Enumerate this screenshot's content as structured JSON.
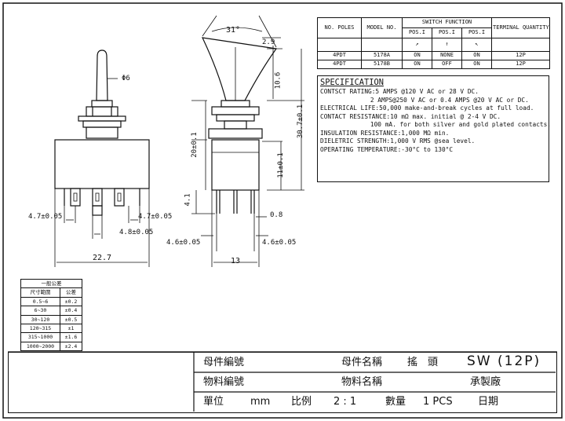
{
  "drawing": {
    "dims": {
      "lever_angle": "31°",
      "lever_tip_dia": "2.9",
      "bushing_dia": "Φ6",
      "lever_height": "10.6",
      "total_height": "30.7±0.1",
      "body_height": "20±0.1",
      "case_height": "11±0.1",
      "terminal_len": "4.1",
      "terminal_thk": "0.8",
      "pitch_left": "4.7±0.05",
      "pitch_right": "4.7±0.05",
      "pitch_mid": "4.8±0.05",
      "pitch_side_left": "4.6±0.05",
      "pitch_side_right": "4.6±0.05",
      "width_front": "22.7",
      "width_side": "13"
    }
  },
  "function_table": {
    "headers": {
      "poles": "NO. POLES",
      "model": "MODEL NO.",
      "switch_function": "SWITCH FUNCTION",
      "pos1": "POS.I",
      "pos2": "POS.I",
      "pos3": "POS.I",
      "terminal": "TERMINAL QUANTITY"
    },
    "rows": [
      {
        "poles": "4PDT",
        "model": "5178A",
        "pos1": "ON",
        "pos2": "NONE",
        "pos3": "ON",
        "qty": "12P"
      },
      {
        "poles": "4PDT",
        "model": "5178B",
        "pos1": "ON",
        "pos2": "OFF",
        "pos3": "ON",
        "qty": "12P"
      }
    ]
  },
  "specification": {
    "title": "SPECIFICATION",
    "lines": [
      "CONTSCT RATING:5 AMPS @120 V AC or 28 V DC.",
      "2 AMPS@250 V AC or 0.4 AMPS @20 V AC or DC.",
      "ELECTRICAL LIFE:50,000 make-and-break cycles at full load.",
      "CONTACT RESISTANCE:10 mΩ max. initial @ 2-4 V DC.",
      "100 mA. for both silver and gold plated contacts.",
      "INSULATION RESISTANCE:1,000 MΩ min.",
      "DIELETRIC STRENGTH:1,000 V RMS @sea level.",
      "OPERATING TEMPERATURE:-30°C to 130°C"
    ]
  },
  "tolerance": {
    "title": "一般公差",
    "col_range": "尺寸範圍",
    "col_tol": "公差",
    "rows": [
      {
        "range": "0.5~6",
        "tol": "±0.2"
      },
      {
        "range": "6~30",
        "tol": "±0.4"
      },
      {
        "range": "30~120",
        "tol": "±0.5"
      },
      {
        "range": "120~315",
        "tol": "±1"
      },
      {
        "range": "315~1000",
        "tol": "±1.6"
      },
      {
        "range": "1000~2000",
        "tol": "±2.4"
      }
    ]
  },
  "title_block": {
    "parent_no_label": "母件編號",
    "parent_name_label": "母件名稱",
    "parent_name_value": "搖　頭",
    "product": "SW (12P)",
    "material_no_label": "物料編號",
    "material_name_label": "物料名稱",
    "manufacturer_label": "承製廠",
    "unit_label": "單位",
    "unit_value": "mm",
    "scale_label": "比例",
    "scale_value": "2 : 1",
    "qty_label": "數量",
    "qty_value": "1 PCS",
    "date_label": "日期"
  }
}
